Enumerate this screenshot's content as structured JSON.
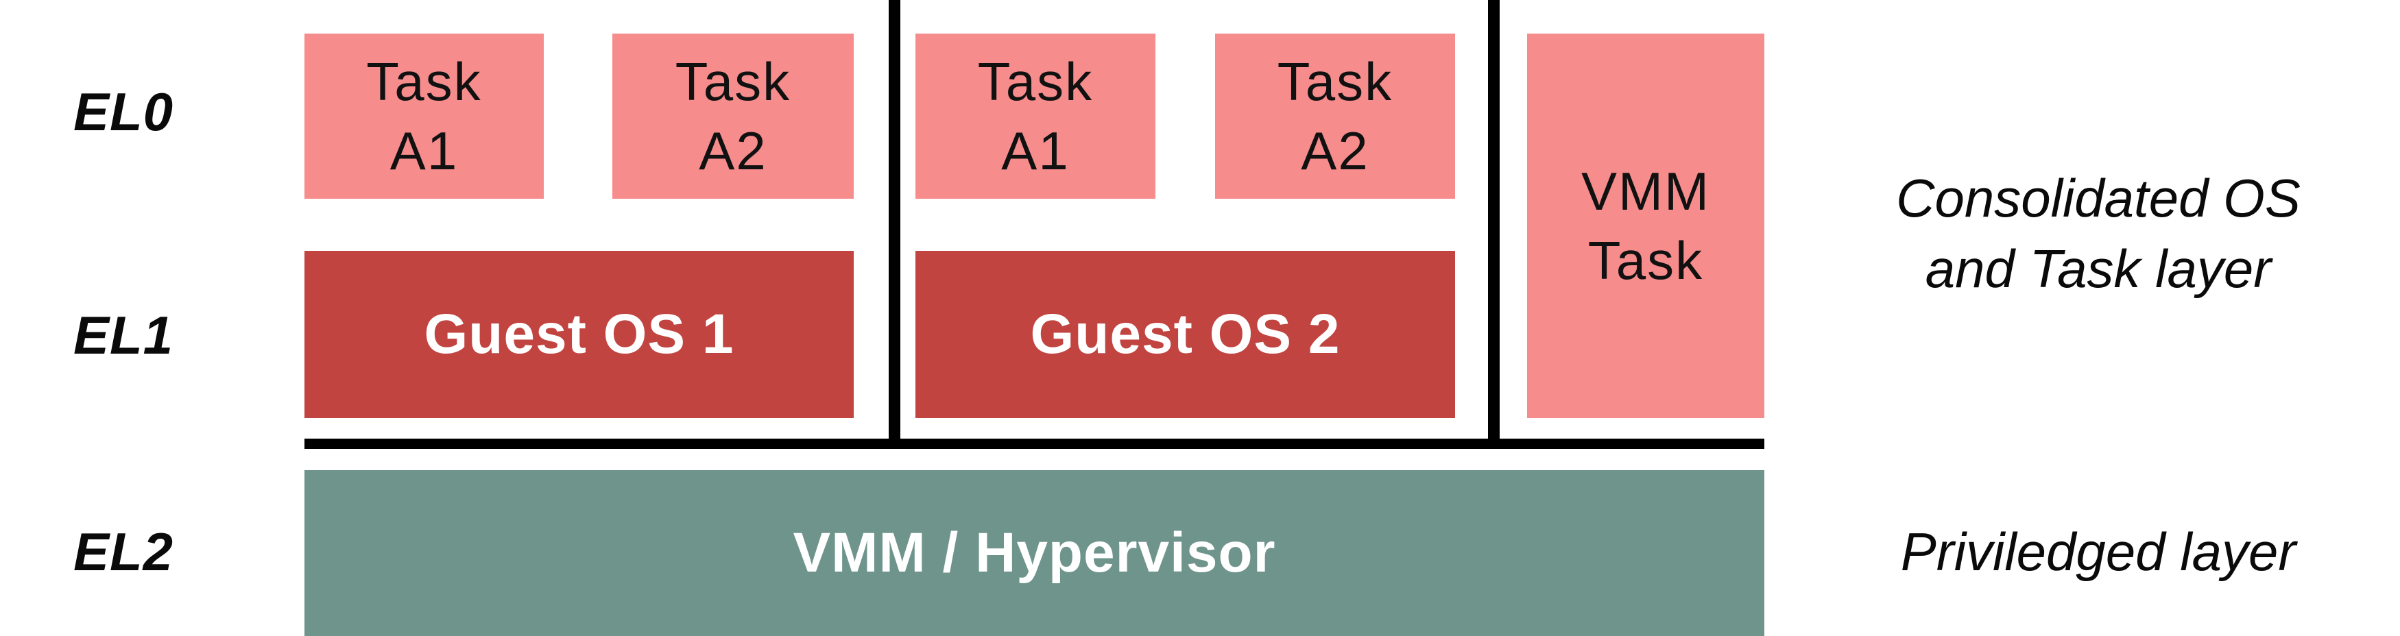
{
  "privilege_levels": [
    {
      "label": "EL0"
    },
    {
      "label": "EL1"
    },
    {
      "label": "EL2"
    }
  ],
  "vm1": {
    "task1": {
      "line1": "Task",
      "line2": "A1"
    },
    "task2": {
      "line1": "Task",
      "line2": "A2"
    },
    "os_label": "Guest OS 1"
  },
  "vm2": {
    "task1": {
      "line1": "Task",
      "line2": "A1"
    },
    "task2": {
      "line1": "Task",
      "line2": "A2"
    },
    "os_label": "Guest OS 2"
  },
  "vmm_task": {
    "line1": "VMM",
    "line2": "Task"
  },
  "hypervisor_label": "VMM / Hypervisor",
  "annotations": {
    "consolidated": {
      "line1": "Consolidated OS",
      "line2": "and Task layer"
    },
    "privileged": "Priviledged layer"
  },
  "colors": {
    "task_box": "#F78C8C",
    "guest_os_box": "#C24440",
    "hypervisor_box": "#6F948C",
    "divider": "#000000",
    "task_text": "#111111",
    "light_text": "#FFFFFF",
    "label_text": "#0A0A0A"
  }
}
